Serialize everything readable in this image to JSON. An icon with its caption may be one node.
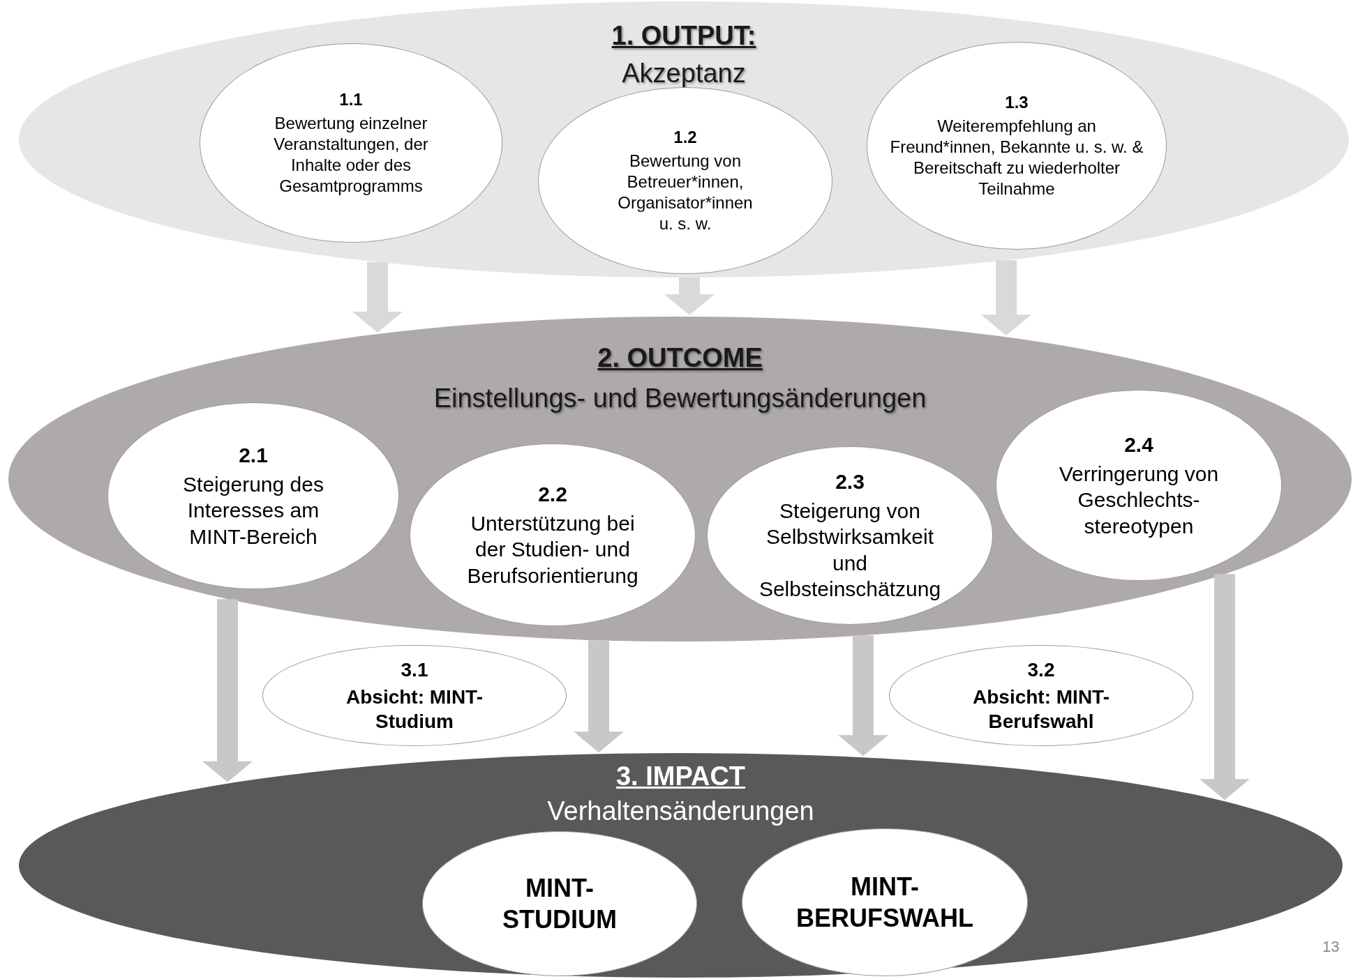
{
  "diagram": {
    "nodes": [
      {
        "text": [
          "1. OUTPUT:",
          "Akzeptanz"
        ]
      },
      {
        "text": [
          "1.1",
          "Bewertung einzelner Veranstaltungen, der Inhalte oder des Gesamtprogramms"
        ],
        "in": 0
      },
      {
        "text": [
          "1.2",
          "Bewertung von Betreuer*innen, Organisator*innen u. s. w."
        ],
        "in": 0
      },
      {
        "text": [
          "1.3",
          "Weiterempfehlung an Freund*innen, Bekannte u. s. w. & Bereitschaft zu wiederholter Teilnahme"
        ],
        "in": 0
      },
      {
        "text": [
          "2. OUTCOME",
          "Einstellungs- und Bewertungsänderungen"
        ]
      },
      {
        "text": [
          "2.1",
          "Steigerung des Interesses am MINT-Bereich"
        ],
        "in": 4
      },
      {
        "text": [
          "2.2",
          "Unterstützung bei der Studien- und Berufsorientierung"
        ],
        "in": 4
      },
      {
        "text": [
          "2.3",
          "Steigerung von Selbstwirksamkeit und Selbsteinschätzung"
        ],
        "in": 4
      },
      {
        "text": [
          "2.4",
          "Verringerung von Geschlechts- stereotypen"
        ],
        "in": 4
      },
      {
        "text": [
          "3. IMPACT",
          "Verhaltensänderungen"
        ]
      },
      {
        "text": [
          "3.1",
          "Absicht: MINT- Studium"
        ]
      },
      {
        "text": [
          "3.2",
          "Absicht: MINT- Berufswahl"
        ]
      },
      {
        "text": [
          "MINT- STUDIUM"
        ],
        "in": 9
      },
      {
        "text": [
          "MINT- BERUFSWAHL"
        ],
        "in": 9
      }
    ],
    "edges": [
      {
        "from": 0,
        "to": 4,
        "arrow": "to"
      },
      {
        "from": 0,
        "to": 4,
        "arrow": "to"
      },
      {
        "from": 0,
        "to": 4,
        "arrow": "to"
      },
      {
        "from": 4,
        "to": 9,
        "arrow": "to"
      },
      {
        "from": 4,
        "to": 9,
        "arrow": "to"
      },
      {
        "from": 4,
        "to": 9,
        "arrow": "to"
      },
      {
        "from": 4,
        "to": 9,
        "arrow": "to"
      }
    ],
    "labels": [
      "13"
    ]
  }
}
